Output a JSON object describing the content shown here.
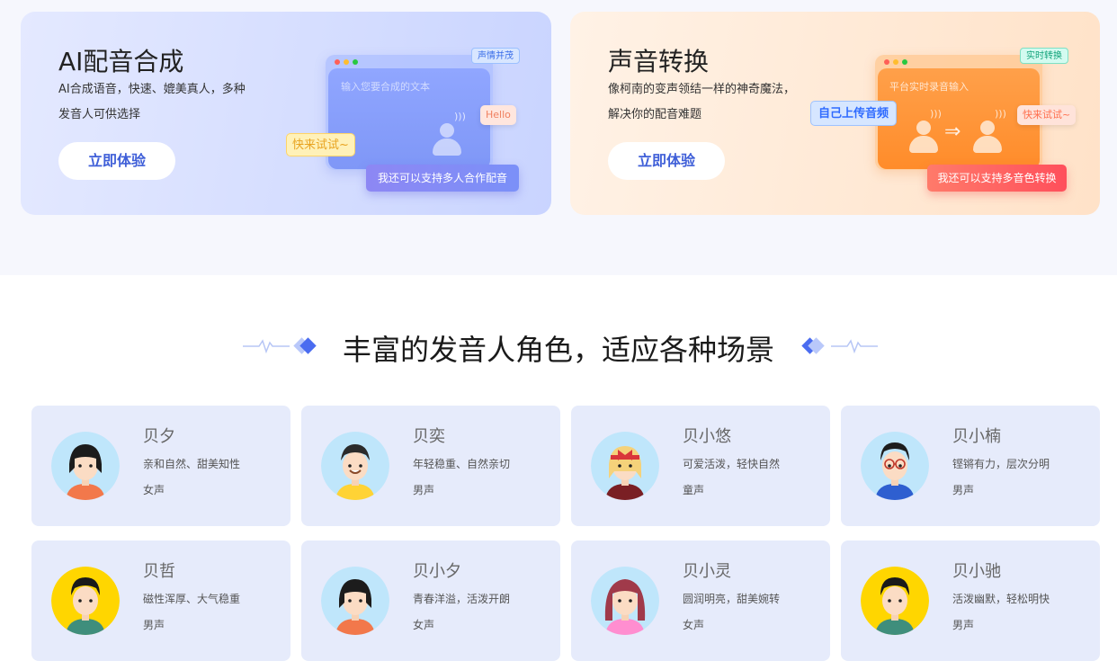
{
  "feature_cards": [
    {
      "title": "AI配音合成",
      "desc_line1": "AI合成语音，快速、媲美真人，多种",
      "desc_line2": "发音人可供选择",
      "button": "立即体验",
      "illustration": {
        "placeholder": "输入您要合成的文本",
        "tag_emotion": "声情并茂",
        "tag_hello": "Hello",
        "tag_try": "快来试试~",
        "tag_multi": "我还可以支持多人合作配音"
      }
    },
    {
      "title": "声音转换",
      "desc_line1": "像柯南的变声领结一样的神奇魔法，",
      "desc_line2": "解决你的配音难题",
      "button": "立即体验",
      "illustration": {
        "placeholder": "平台实时录音输入",
        "tag_realtime": "实时转换",
        "tag_upload": "自己上传音频",
        "tag_try": "快来试试~",
        "tag_multi": "我还可以支持多音色转换"
      }
    }
  ],
  "section": {
    "title": "丰富的发音人角色，适应各种场景"
  },
  "speakers": [
    {
      "name": "贝夕",
      "desc": "亲和自然、甜美知性",
      "type": "女声",
      "avatar": "girl-short-hair-avatar"
    },
    {
      "name": "贝奕",
      "desc": "年轻稳重、自然亲切",
      "type": "男声",
      "avatar": "boy-smiling-avatar"
    },
    {
      "name": "贝小悠",
      "desc": "可爱活泼，轻快自然",
      "type": "童声",
      "avatar": "child-bow-avatar"
    },
    {
      "name": "贝小楠",
      "desc": "铿锵有力，层次分明",
      "type": "男声",
      "avatar": "man-glasses-avatar"
    },
    {
      "name": "贝哲",
      "desc": "磁性浑厚、大气稳重",
      "type": "男声",
      "avatar": "man-suit-avatar"
    },
    {
      "name": "贝小夕",
      "desc": "青春洋溢，活泼开朗",
      "type": "女声",
      "avatar": "girl-short-hair-avatar"
    },
    {
      "name": "贝小灵",
      "desc": "圆润明亮，甜美婉转",
      "type": "女声",
      "avatar": "girl-long-hair-avatar"
    },
    {
      "name": "贝小驰",
      "desc": "活泼幽默，轻松明快",
      "type": "男声",
      "avatar": "man-suit-avatar"
    }
  ],
  "colors": {
    "accent": "#3f5fd8",
    "card_ai_bg": "#cfd9ff",
    "card_vc_bg": "#ffe6d0",
    "speaker_bg": "#e6ebfb"
  }
}
